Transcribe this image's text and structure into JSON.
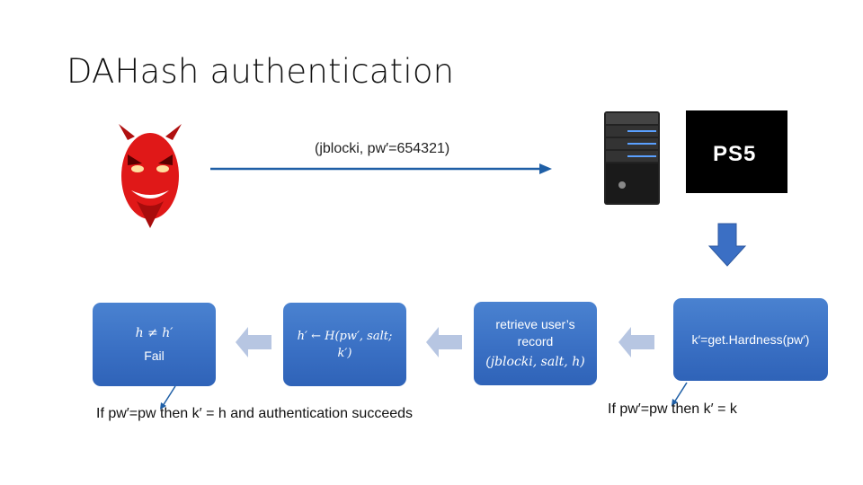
{
  "title": "DAHash authentication",
  "attacker_message": "(jblocki, pw′=654321)",
  "logo": {
    "text": "PS5"
  },
  "boxes": {
    "fail": {
      "line1": "h ≠ h′",
      "line2": "Fail"
    },
    "hash": {
      "text": "h′ ← H(pw′, salt; k′)"
    },
    "retrieve": {
      "line1": "retrieve user’s",
      "line2": "record",
      "line3": "(jblocki, salt, h)"
    },
    "hardness": {
      "text": "k′=get.Hardness(pw′)"
    }
  },
  "notes": {
    "left": "If pw′=pw then k′ = h and authentication succeeds",
    "right": "If pw′=pw then k′ = k"
  },
  "icons": [
    "devil-icon",
    "server-icon",
    "ps5-logo",
    "down-arrow-icon",
    "left-arrow-icon"
  ],
  "colors": {
    "box": "#3a70c4",
    "arrow": "#1f5fa6",
    "soft_arrow": "#b7c6e2",
    "down_arrow": "#3b6fc4"
  }
}
